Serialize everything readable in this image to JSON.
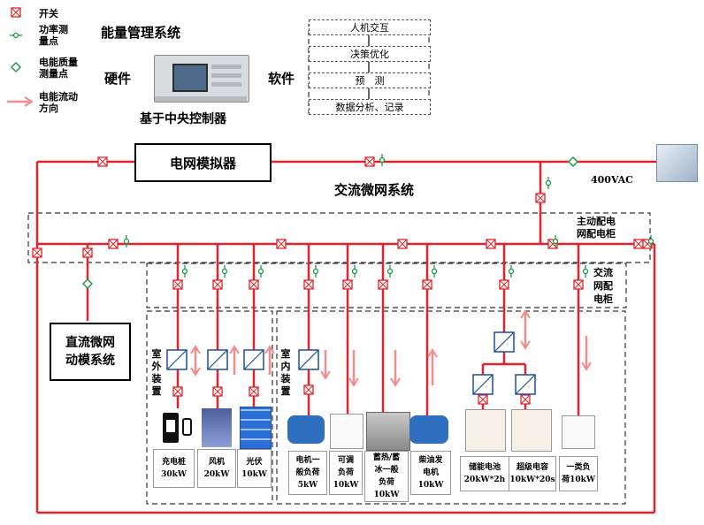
{
  "legend": {
    "switch": "开关",
    "power_point": "功率测量点",
    "power_point_l1": "功率测",
    "power_point_l2": "量点",
    "quality_point_l1": "电能质量",
    "quality_point_l2": "测量点",
    "flow_l1": "电能流动",
    "flow_l2": "方向"
  },
  "ems": {
    "title": "能量管理系统",
    "hardware": "硬件",
    "software": "软件",
    "controller": "基于中央控制器",
    "layers": [
      "人机交互",
      "决策优化",
      "预　测",
      "数据分析、记录"
    ]
  },
  "grid_simulator": "电网模拟器",
  "ac_system": "交流微网系统",
  "voltage": "400VAC",
  "active_cabinet_l1": "主动配电",
  "active_cabinet_l2": "网配电柜",
  "ac_cabinet_l1": "交流",
  "ac_cabinet_l2": "网配",
  "ac_cabinet_l3": "电柜",
  "dc_system_l1": "直流微网",
  "dc_system_l2": "动模系统",
  "outdoor": "室外装置",
  "indoor": "室内装置",
  "devices": [
    {
      "l1": "充电桩",
      "l2": "30kW"
    },
    {
      "l1": "风机",
      "l2": "20kW"
    },
    {
      "l1": "光伏",
      "l2": "10kW"
    },
    {
      "l1": "电机一",
      "l2": "般负荷",
      "l3": "5kW"
    },
    {
      "l1": "可调",
      "l2": "负荷",
      "l3": "10kW"
    },
    {
      "l1": "蓄热/蓄",
      "l2": "冰一般",
      "l3": "负荷",
      "l4": "10kW"
    },
    {
      "l1": "柴油发",
      "l2": "电机",
      "l3": "10kW"
    },
    {
      "l1": "储能电池",
      "l2": "20kW*2h"
    },
    {
      "l1": "超级电容",
      "l2": "10kW*20s"
    },
    {
      "l1": "一类负",
      "l2": "荷10kW"
    }
  ],
  "colors": {
    "line": "#e3222b",
    "arrow": "#f28c8c",
    "green": "#1a9a44",
    "pv": "#2b6fd6"
  }
}
